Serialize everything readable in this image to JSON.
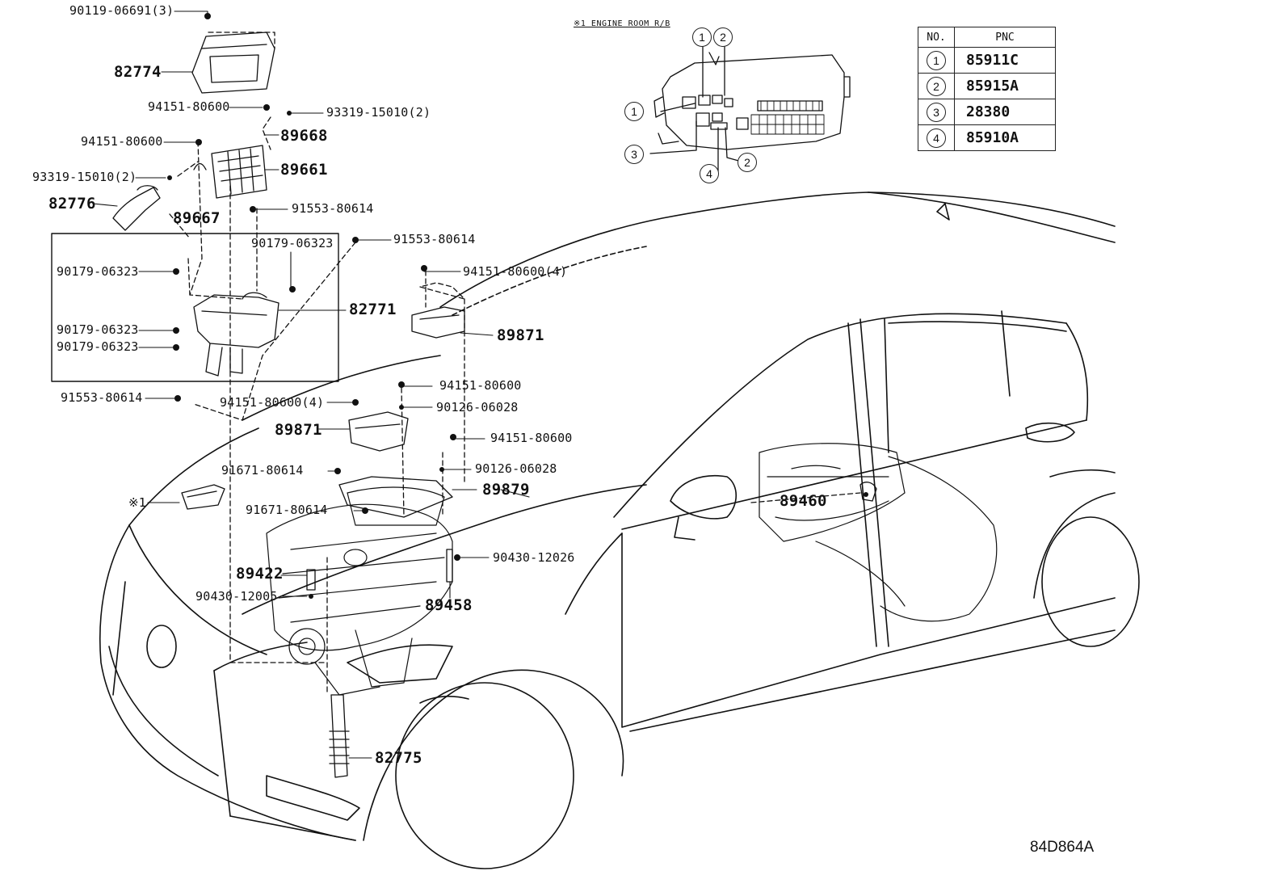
{
  "diagram": {
    "code": "84D864A",
    "relay_block_title": "※1 ENGINE ROOM R/B",
    "marker_1": "※1",
    "table": {
      "headers": [
        "NO.",
        "PNC"
      ],
      "rows": [
        {
          "no": "1",
          "pnc": "85911C"
        },
        {
          "no": "2",
          "pnc": "85915A"
        },
        {
          "no": "3",
          "pnc": "28380"
        },
        {
          "no": "4",
          "pnc": "85910A"
        }
      ]
    },
    "relay_callouts": [
      "1",
      "2",
      "1",
      "3",
      "4",
      "2"
    ],
    "labels": {
      "p90119": "90119-06691(3)",
      "p82774": "82774",
      "p94151a": "94151-80600",
      "p93319a": "93319-15010(2)",
      "p89668": "89668",
      "p94151b": "94151-80600",
      "p89661": "89661",
      "p93319b": "93319-15010(2)",
      "p82776": "82776",
      "p89667": "89667",
      "p91553a": "91553-80614",
      "p91553b": "91553-80614",
      "p90179a": "90179-06323",
      "p90179b": "90179-06323",
      "p82771": "82771",
      "p90179c": "90179-06323",
      "p90179d": "90179-06323",
      "p91553c": "91553-80614",
      "p94151c": "94151-80600(4)",
      "p89871a": "89871",
      "p94151d": "94151-80600",
      "p94151e": "94151-80600(4)",
      "p90126a": "90126-06028",
      "p89871b": "89871",
      "p94151f": "94151-80600",
      "p91671a": "91671-80614",
      "p90126b": "90126-06028",
      "p89879": "89879",
      "p91671b": "91671-80614",
      "p89460": "89460",
      "p90430a": "90430-12026",
      "p89422": "89422",
      "p90430b": "90430-12005",
      "p89458": "89458",
      "p82775": "82775"
    }
  }
}
